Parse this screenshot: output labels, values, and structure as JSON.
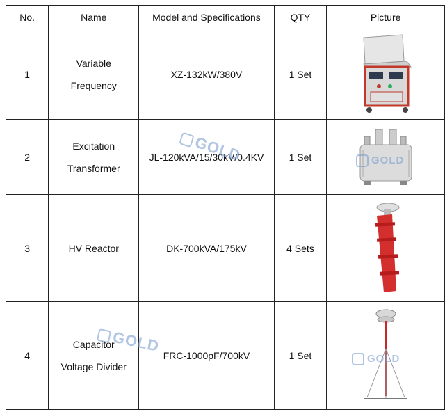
{
  "headers": [
    "No.",
    "Name",
    "Model and Specifications",
    "QTY",
    "Picture"
  ],
  "rows": [
    {
      "no": "1",
      "name_line1": "Variable",
      "name_line2": "Frequency",
      "model": "XZ-132kW/380V",
      "qty": "1 Set",
      "picture_icon": "variable-frequency-cabinet-icon"
    },
    {
      "no": "2",
      "name_line1": "Excitation",
      "name_line2": "Transformer",
      "model": "JL-120kVA/15/30kV/0.4KV",
      "qty": "1 Set",
      "picture_icon": "transformer-icon"
    },
    {
      "no": "3",
      "name_line1": "HV Reactor",
      "name_line2": "",
      "model": "DK-700kVA/175kV",
      "qty": "4 Sets",
      "picture_icon": "reactor-icon"
    },
    {
      "no": "4",
      "name_line1": "Capacitor",
      "name_line2": "Voltage Divider",
      "model": "FRC-1000pF/700kV",
      "qty": "1 Set",
      "picture_icon": "voltage-divider-icon"
    }
  ],
  "watermark": "GOLD"
}
